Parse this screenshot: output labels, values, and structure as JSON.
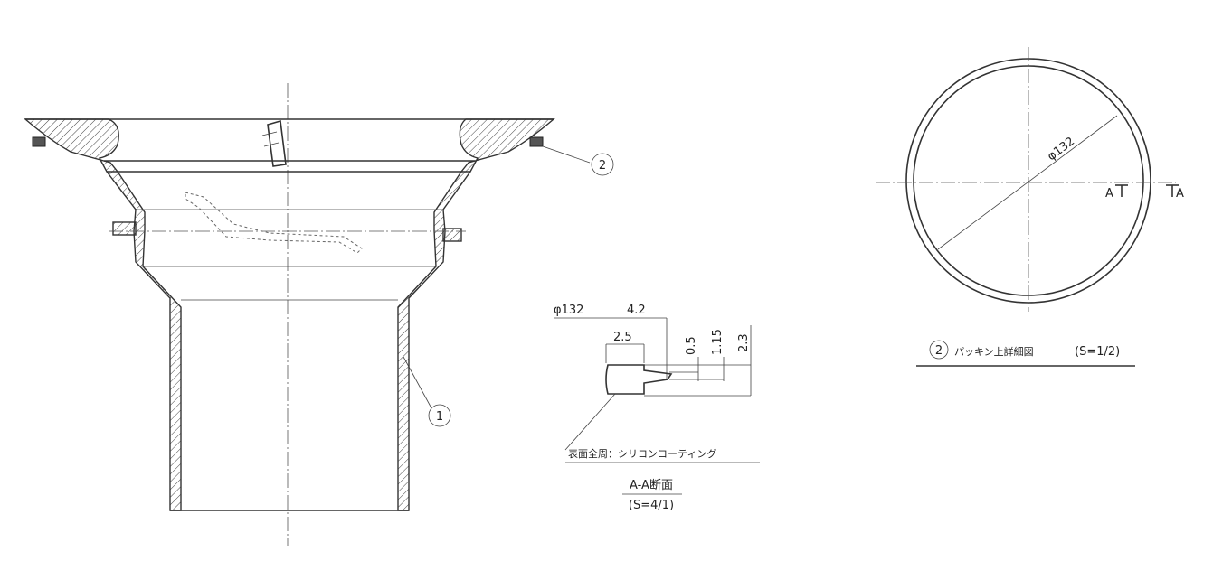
{
  "balloons": {
    "one": "1",
    "two": "2"
  },
  "section": {
    "dim_diameter": "φ132",
    "dim_42": "4.2",
    "dim_25": "2.5",
    "dim_05": "0.5",
    "dim_115": "1.15",
    "dim_23": "2.3",
    "note": "表面全周：シリコンコーティング",
    "title": "A-A断面",
    "scale": "(S=4/1)"
  },
  "detail": {
    "dim_diameter": "φ132",
    "section_mark_left": "A",
    "section_mark_right": "A",
    "caption": "パッキン上詳細図",
    "scale": "(S=1/2)"
  }
}
